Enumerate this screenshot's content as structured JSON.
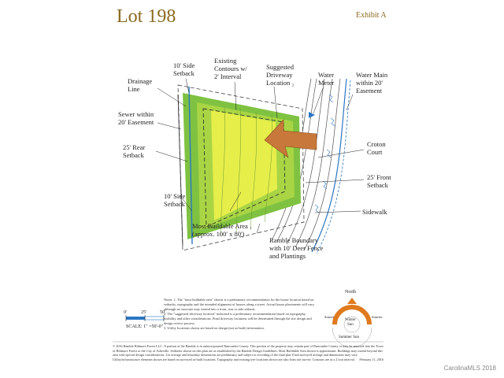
{
  "header": {
    "title": "Lot 198",
    "exhibit": "Exhibit A"
  },
  "labels": {
    "side_setback_top": "10' Side\nSetback",
    "existing_contours": "Existing\nContours w/\n2' Interval",
    "driveway": "Suggested\nDriveway\nLocation ₂",
    "water_meter": "Water\nMeter",
    "water_main": "Water Main\nwithin 20'\nEasement",
    "drainage": "Drainage\nLine",
    "sewer": "Sewer within\n20' Easement",
    "croton": "Croton\nCourt",
    "rear_setback": "25' Rear\nSetback",
    "front_setback": "25' Front\nSetback",
    "side_setback_bottom": "10' Side\nSetback",
    "sidewalk": "Sidewalk",
    "buildable": "Most Buildable Area ₁\n(approx. 100' x 80')",
    "ramble": "Ramble Boundary\nwith 10' Deer Fence\nand Plantings"
  },
  "scale": {
    "tick0": "0'",
    "tick1": "25'",
    "tick2": "50'",
    "label": "SCALE: 1\" =50'-0\""
  },
  "notes": {
    "heading": "Notes:",
    "n1": "1. The \"most buildable area\" shown is a preliminary recommendation for the house location based on setbacks, topography and the intended alignment of houses along a street. Actual house placements will vary, although no structure may extend into a front, rear or side setback.",
    "n2": "2. The \"suggested driveway location\" indicated is a preliminary recommendation based on topography, visibility and other considerations. Final driveway locations will be determined through the site design and design review process.",
    "n3": "3. Utility locations shown are based on design (not as-built) information."
  },
  "compass": {
    "north": "North",
    "winter_sun": "Winter\nSun",
    "summer_sun": "Summer Sun",
    "sunset": "Sunset",
    "sunrise": "Sunrise"
  },
  "footer": {
    "text": "© 2016 Ramble Biltmore Forest LLC. A portion of the Ramble is in unincorporated Buncombe County. This portion of the property may remain part of Buncombe County or may be annexed into the Town of Biltmore Forest or the City of Asheville. Setbacks shown on this plan are as established by the Ramble Design Guidelines. Most Buildable Area shown is approximate. Buildings may extend beyond this area with special design considerations. Lot acreage and boundary dimensions are preliminary and subject to recording of the final plat. Final surveyed acreage and dimensions may vary. Utility/infrastructure elements shown are based on surveyed as-built locations. Topography and existing tree locations shown are also from site survey. Contours are at a 2 foot interval.",
    "date": "February 11, 2016"
  },
  "watermark": "CarolinaMLS 2018",
  "colors": {
    "title": "#8a6a1e",
    "lot_green": "#7fc241",
    "buildable_yellow": "#e6ee4a",
    "driveway_orange": "#c8783a",
    "water_blue": "#2a76c4",
    "compass_orange": "#e07a1e"
  }
}
